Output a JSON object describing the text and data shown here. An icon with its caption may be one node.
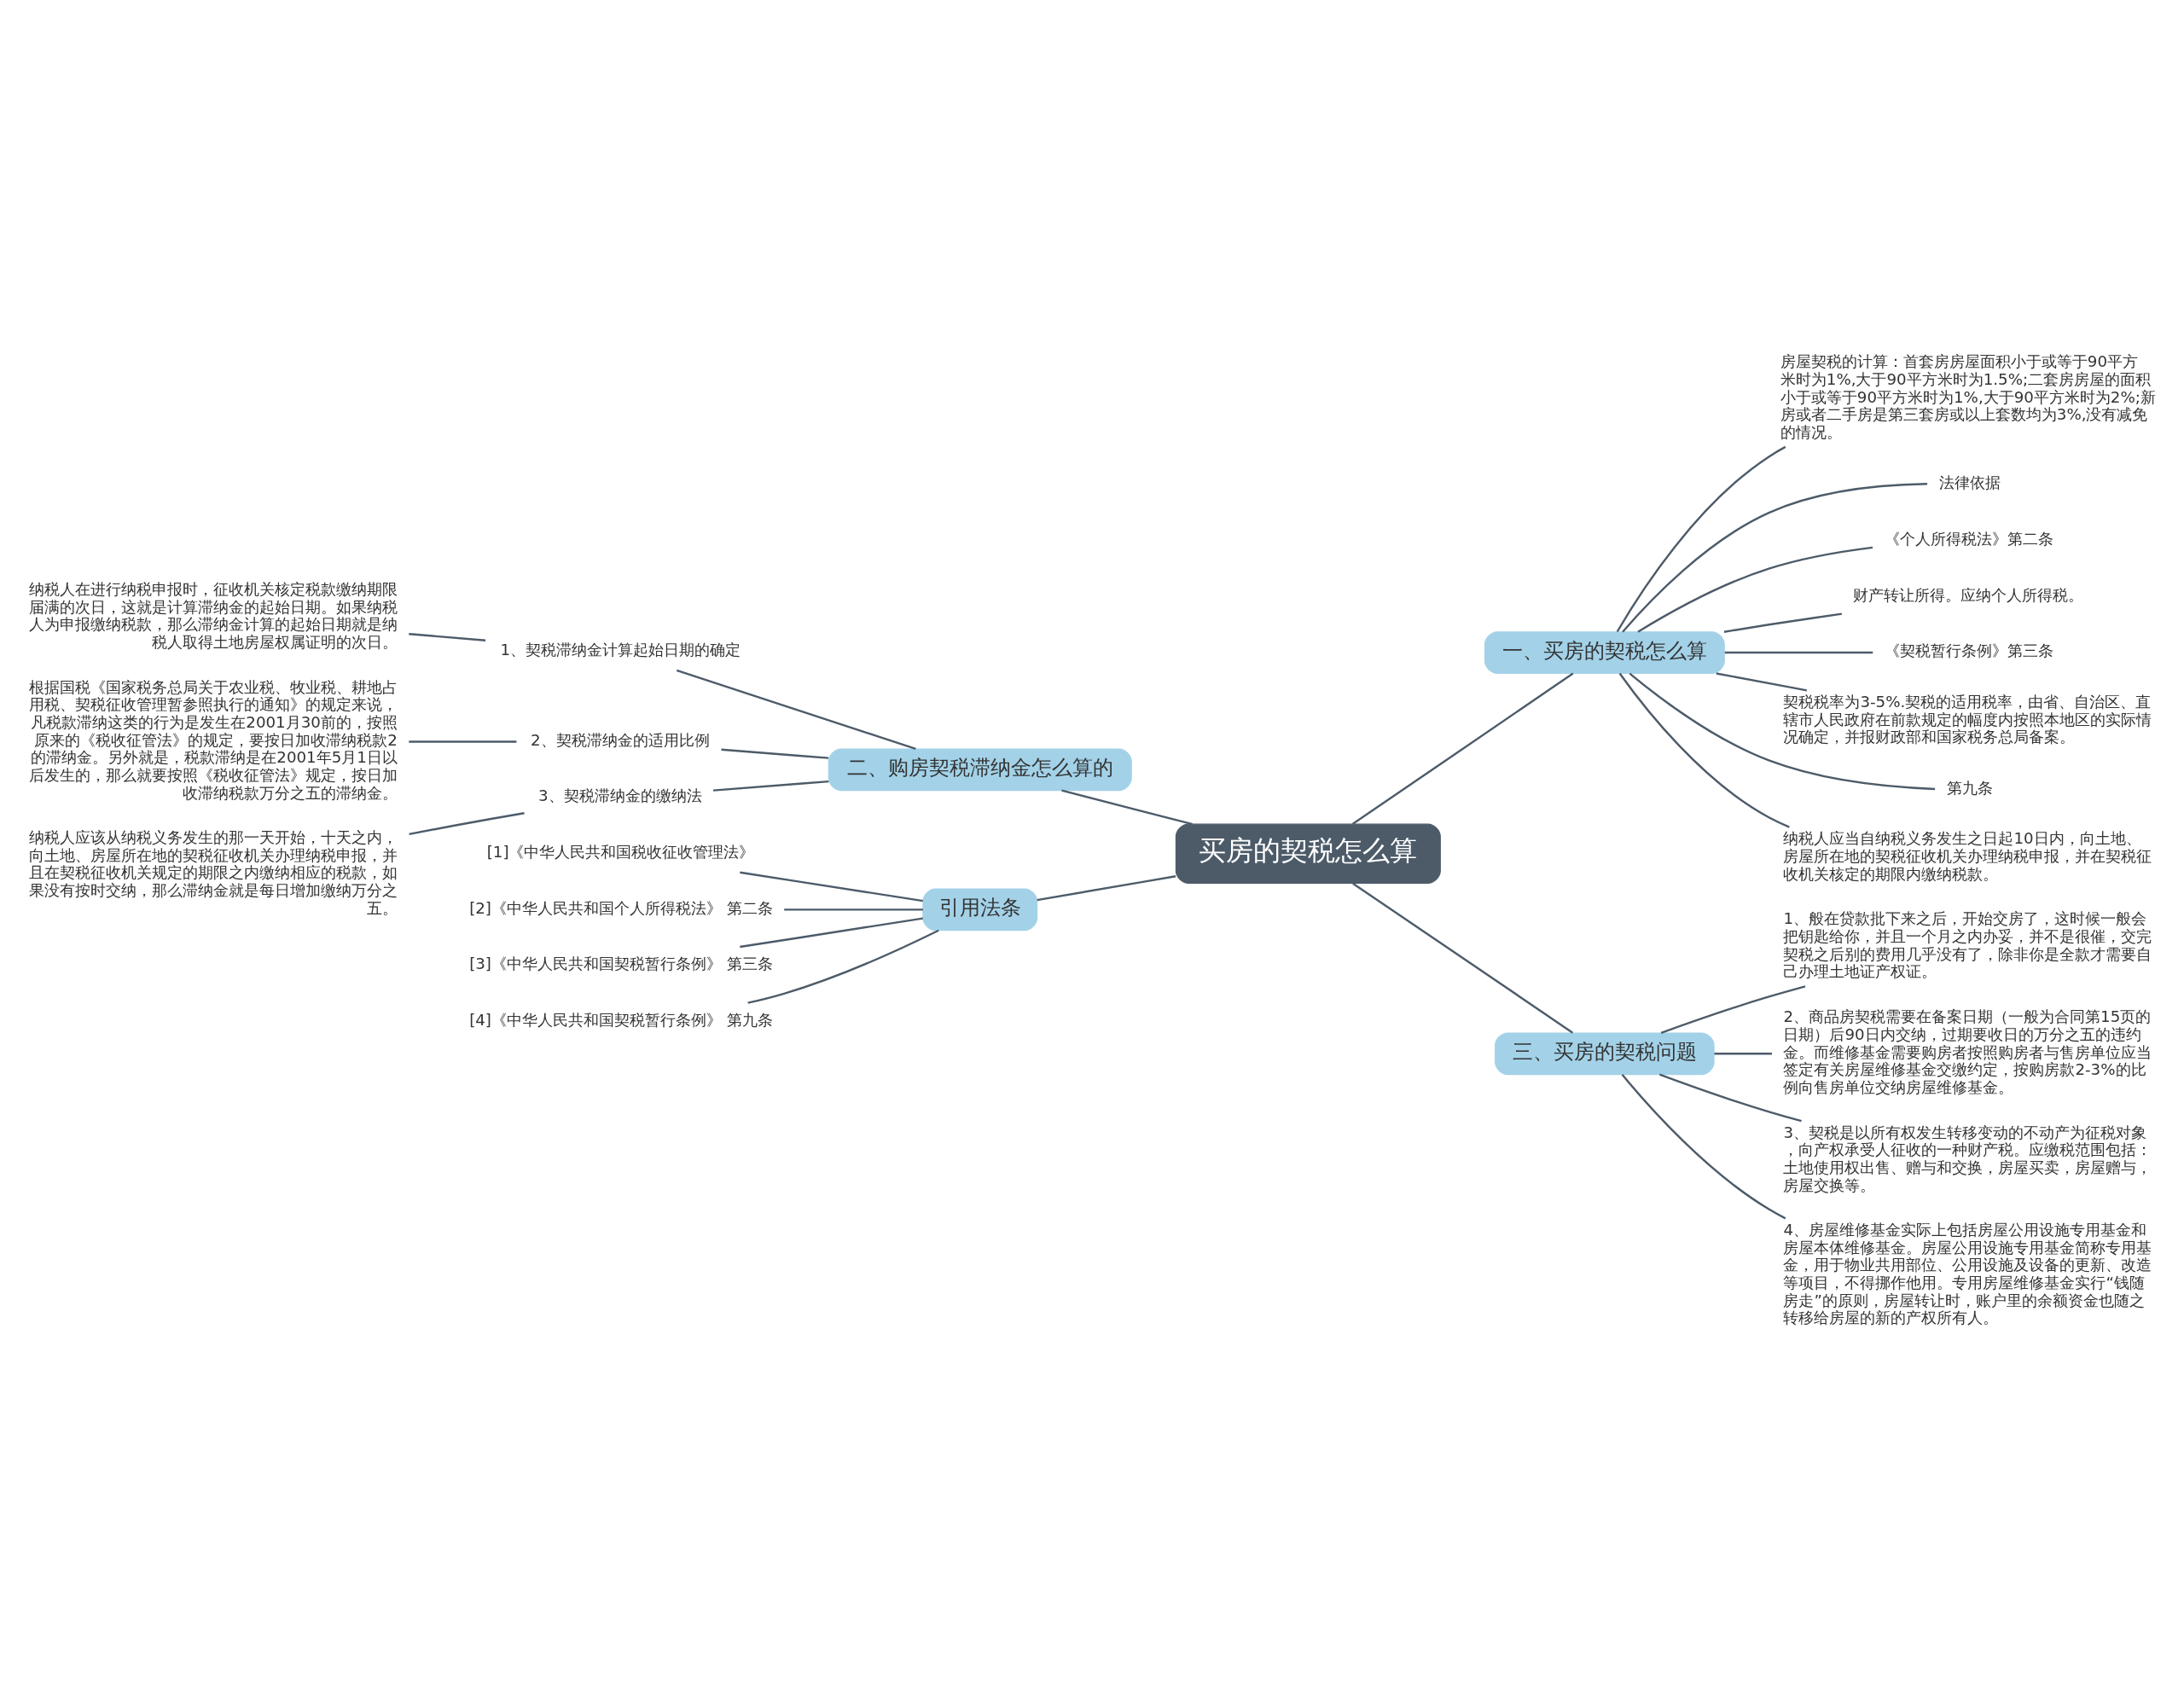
{
  "diagram": {
    "nodes": [
      {
        "text": [
          "买房的契税怎么算"
        ]
      },
      {
        "text": [
          "一、买房的契税怎么算"
        ]
      },
      {
        "text": [
          "房屋契税的计算：首套房房屋面积小于或等于90平方米时为1%,大于90平方米时为1.5%;二套房房屋的面积小于或等于90平方米时为1%,大于90平方米时为2%;新房或者二手房是第三套房或以上套数均为3%,没有减免的情况。"
        ]
      },
      {
        "text": [
          "法律依据"
        ]
      },
      {
        "text": [
          "《个人所得税法》第二条"
        ]
      },
      {
        "text": [
          "财产转让所得。应纳个人所得税。"
        ]
      },
      {
        "text": [
          "《契税暂行条例》第三条"
        ]
      },
      {
        "text": [
          "契税税率为3-5%.契税的适用税率，由省、自治区、直辖市人民政府在前款规定的幅度内按照本地区的实际情况确定，并报财政部和国家税务总局备案。"
        ]
      },
      {
        "text": [
          "第九条"
        ]
      },
      {
        "text": [
          "纳税人应当自纳税义务发生之日起10日内，向土地、房屋所在地的契税征收机关办理纳税申报，并在契税征收机关核定的期限内缴纳税款。"
        ]
      },
      {
        "text": [
          "二、购房契税滞纳金怎么算的"
        ]
      },
      {
        "text": [
          "1、契税滞纳金计算起始日期的确定"
        ]
      },
      {
        "text": [
          "纳税人在进行纳税申报时，征收机关核定税款缴纳期限届满的次日，这就是计算滞纳金的起始日期。如果纳税人为申报缴纳税款，那么滞纳金计算的起始日期就是纳税人取得土地房屋权属证明的次日。"
        ]
      },
      {
        "text": [
          "2、契税滞纳金的适用比例"
        ]
      },
      {
        "text": [
          "根据国税《国家税务总局关于农业税、牧业税、耕地占用税、契税征收管理暂参照执行的通知》的规定来说，凡税款滞纳这类的行为是发生在2001月30前的，按照原来的《税收征管法》的规定，要按日加收滞纳税款2的滞纳金。另外就是，税款滞纳是在2001年5月1日以后发生的，那么就要按照《税收征管法》规定，按日加收滞纳税款万分之五的滞纳金。"
        ]
      },
      {
        "text": [
          "3、契税滞纳金的缴纳法"
        ]
      },
      {
        "text": [
          "纳税人应该从纳税义务发生的那一天开始，十天之内，向土地、房屋所在地的契税征收机关办理纳税申报，并且在契税征收机关规定的期限之内缴纳相应的税款，如果没有按时交纳，那么滞纳金就是每日增加缴纳万分之五。"
        ]
      },
      {
        "text": [
          "引用法条"
        ]
      },
      {
        "text": [
          "[1]《中华人民共和国税收征收管理法》"
        ]
      },
      {
        "text": [
          "[2]《中华人民共和国个人所得税法》 第二条"
        ]
      },
      {
        "text": [
          "[3]《中华人民共和国契税暂行条例》 第三条"
        ]
      },
      {
        "text": [
          "[4]《中华人民共和国契税暂行条例》 第九条"
        ]
      },
      {
        "text": [
          "三、买房的契税问题"
        ]
      },
      {
        "text": [
          "1、般在贷款批下来之后，开始交房了，这时候一般会把钥匙给你，并且一个月之内办妥，并不是很催，交完契税之后别的费用几乎没有了，除非你是全款才需要自己办理土地证产权证。"
        ]
      },
      {
        "text": [
          "2、商品房契税需要在备案日期（一般为合同第15页的日期）后90日内交纳，过期要收日的万分之五的违约金。而维修基金需要购房者按照购房者与售房单位应当签定有关房屋维修基金交缴约定，按购房款2-3%的比例向售房单位交纳房屋维修基金。"
        ]
      },
      {
        "text": [
          "3、契税是以所有权发生转移变动的不动产为征税对象，向产权承受人征收的一种财产税。应缴税范围包括：土地使用权出售、赠与和交换，房屋买卖，房屋赠与，房屋交换等。"
        ]
      },
      {
        "text": [
          "4、房屋维修基金实际上包括房屋公用设施专用基金和房屋本体维修基金。房屋公用设施专用基金简称专用基金，用于物业共用部位、公用设施及设备的更新、改造等项目，不得挪作他用。专用房屋维修基金实行“钱随房走”的原则，房屋转让时，账户里的余额资金也随之转移给房屋的新的产权所有人。"
        ]
      }
    ],
    "edges": [
      {
        "from": 0,
        "to": 1,
        "arrow": "none"
      },
      {
        "from": 1,
        "to": 2,
        "arrow": "none"
      },
      {
        "from": 1,
        "to": 3,
        "arrow": "none"
      },
      {
        "from": 1,
        "to": 4,
        "arrow": "none"
      },
      {
        "from": 1,
        "to": 5,
        "arrow": "none"
      },
      {
        "from": 1,
        "to": 6,
        "arrow": "none"
      },
      {
        "from": 1,
        "to": 7,
        "arrow": "none"
      },
      {
        "from": 1,
        "to": 8,
        "arrow": "none"
      },
      {
        "from": 1,
        "to": 9,
        "arrow": "none"
      },
      {
        "from": 0,
        "to": 10,
        "arrow": "none"
      },
      {
        "from": 10,
        "to": 11,
        "arrow": "none"
      },
      {
        "from": 11,
        "to": 12,
        "arrow": "none"
      },
      {
        "from": 10,
        "to": 13,
        "arrow": "none"
      },
      {
        "from": 13,
        "to": 14,
        "arrow": "none"
      },
      {
        "from": 10,
        "to": 15,
        "arrow": "none"
      },
      {
        "from": 15,
        "to": 16,
        "arrow": "none"
      },
      {
        "from": 0,
        "to": 17,
        "arrow": "none"
      },
      {
        "from": 17,
        "to": 18,
        "arrow": "none"
      },
      {
        "from": 17,
        "to": 19,
        "arrow": "none"
      },
      {
        "from": 17,
        "to": 20,
        "arrow": "none"
      },
      {
        "from": 17,
        "to": 21,
        "arrow": "none"
      },
      {
        "from": 0,
        "to": 22,
        "arrow": "none"
      },
      {
        "from": 22,
        "to": 23,
        "arrow": "none"
      },
      {
        "from": 22,
        "to": 24,
        "arrow": "none"
      },
      {
        "from": 22,
        "to": 25,
        "arrow": "none"
      },
      {
        "from": 22,
        "to": 26,
        "arrow": "none"
      }
    ]
  }
}
